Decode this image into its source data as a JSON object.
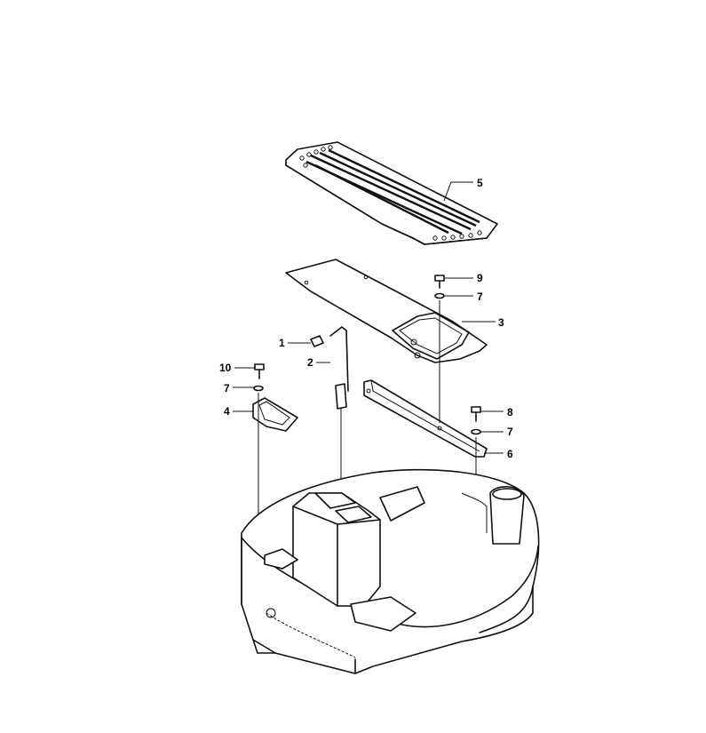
{
  "callouts": [
    {
      "id": "1",
      "label": "1"
    },
    {
      "id": "2",
      "label": "2"
    },
    {
      "id": "3",
      "label": "3"
    },
    {
      "id": "4",
      "label": "4"
    },
    {
      "id": "5",
      "label": "5"
    },
    {
      "id": "6",
      "label": "6"
    },
    {
      "id": "7a",
      "label": "7"
    },
    {
      "id": "7b",
      "label": "7"
    },
    {
      "id": "7c",
      "label": "7"
    },
    {
      "id": "8",
      "label": "8"
    },
    {
      "id": "9",
      "label": "9"
    },
    {
      "id": "10",
      "label": "10"
    }
  ]
}
